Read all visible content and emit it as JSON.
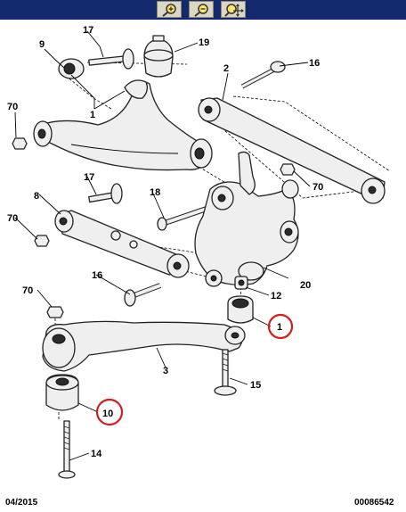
{
  "toolbar": {
    "buttons": [
      {
        "name": "zoom-in",
        "icon": "magnifier-plus-icon"
      },
      {
        "name": "zoom-out",
        "icon": "magnifier-minus-icon"
      },
      {
        "name": "zoom-pan",
        "icon": "magnifier-pan-icon"
      }
    ]
  },
  "callouts": {
    "c1": "1",
    "c1b": "1",
    "c2": "2",
    "c3": "3",
    "c8": "8",
    "c9": "9",
    "c10": "10",
    "c12": "12",
    "c14": "14",
    "c15": "15",
    "c16a": "16",
    "c16b": "16",
    "c17a": "17",
    "c17b": "17",
    "c18": "18",
    "c19": "19",
    "c20": "20",
    "c70a": "70",
    "c70b": "70",
    "c70c": "70",
    "c70d": "70"
  },
  "footer": {
    "date": "04/2015",
    "code": "00086542"
  },
  "colors": {
    "toolbar": "#12296b",
    "highlight_circle": "#d21f1f",
    "part_fill": "#efefef",
    "outline": "#222222"
  }
}
